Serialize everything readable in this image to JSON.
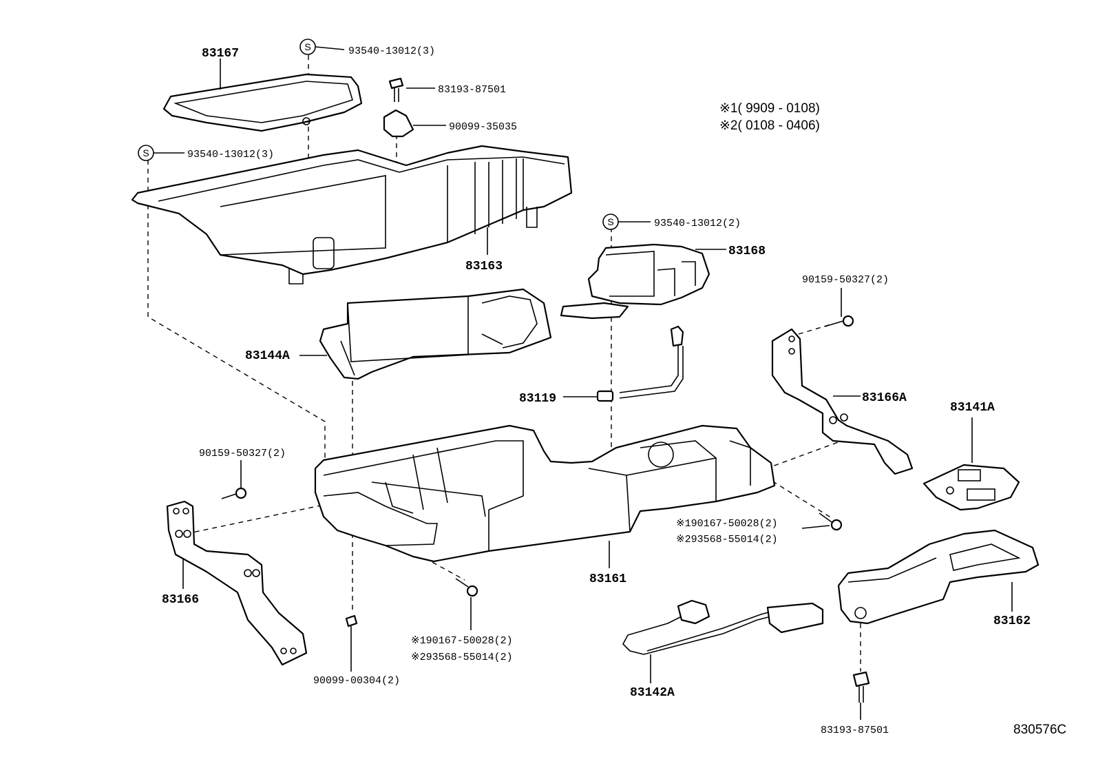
{
  "diagram_id": "830576C",
  "period_notes": [
    "※1( 9909 - 0108)",
    "※2( 0108 - 0406)"
  ],
  "s_symbol": "S",
  "parts": {
    "p83167": "83167",
    "p83163": "83163",
    "p83168": "83168",
    "p83144A": "83144A",
    "p83119": "83119",
    "p83166A": "83166A",
    "p83141A": "83141A",
    "p83166": "83166",
    "p83161": "83161",
    "p83162": "83162",
    "p83142A": "83142A"
  },
  "fasteners": {
    "f_93540_top": "93540-13012(3)",
    "f_83193_top": "83193-87501",
    "f_90099_35035": "90099-35035",
    "f_93540_left": "93540-13012(3)",
    "f_93540_mid": "93540-13012(2)",
    "f_90159_right": "90159-50327(2)",
    "f_90159_left": "90159-50327(2)",
    "f_90167_right": "※190167-50028(2)",
    "f_93568_right": "※293568-55014(2)",
    "f_90167_bottom": "※190167-50028(2)",
    "f_93568_bottom": "※293568-55014(2)",
    "f_90099_00304": "90099-00304(2)",
    "f_83193_bottom": "83193-87501"
  }
}
